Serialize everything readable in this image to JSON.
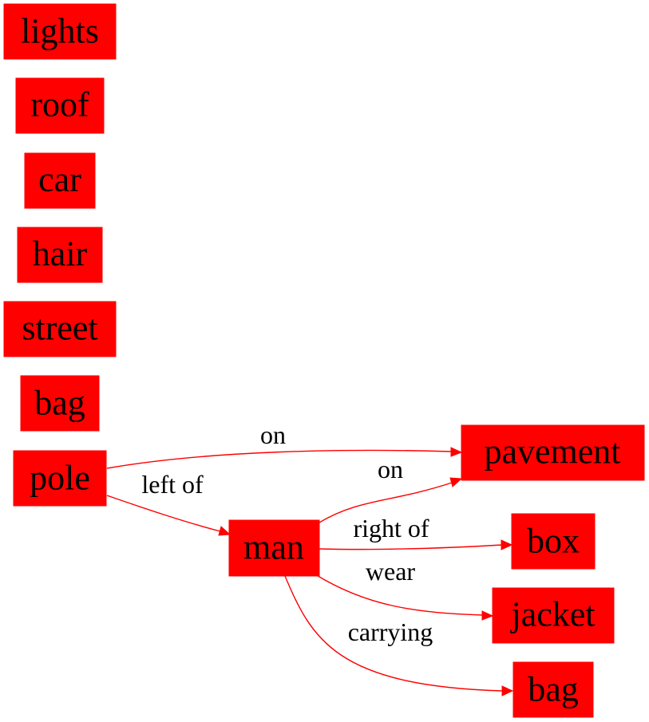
{
  "colors": {
    "node_fill": "#ff0000",
    "edge": "#ff0000",
    "text": "#000000"
  },
  "nodes": [
    {
      "id": "lights",
      "label": "lights"
    },
    {
      "id": "roof",
      "label": "roof"
    },
    {
      "id": "car",
      "label": "car"
    },
    {
      "id": "hair",
      "label": "hair"
    },
    {
      "id": "street",
      "label": "street"
    },
    {
      "id": "bag1",
      "label": "bag"
    },
    {
      "id": "pole",
      "label": "pole"
    },
    {
      "id": "man",
      "label": "man"
    },
    {
      "id": "pavement",
      "label": "pavement"
    },
    {
      "id": "box",
      "label": "box"
    },
    {
      "id": "jacket",
      "label": "jacket"
    },
    {
      "id": "bag2",
      "label": "bag"
    }
  ],
  "edges": [
    {
      "id": "pole-pavement",
      "from": "pole",
      "to": "pavement",
      "label": "on"
    },
    {
      "id": "pole-man",
      "from": "pole",
      "to": "man",
      "label": "left of"
    },
    {
      "id": "man-pavement",
      "from": "man",
      "to": "pavement",
      "label": "on"
    },
    {
      "id": "man-box",
      "from": "man",
      "to": "box",
      "label": "right of"
    },
    {
      "id": "man-jacket",
      "from": "man",
      "to": "jacket",
      "label": "wear"
    },
    {
      "id": "man-bag",
      "from": "man",
      "to": "bag2",
      "label": "carrying"
    }
  ]
}
